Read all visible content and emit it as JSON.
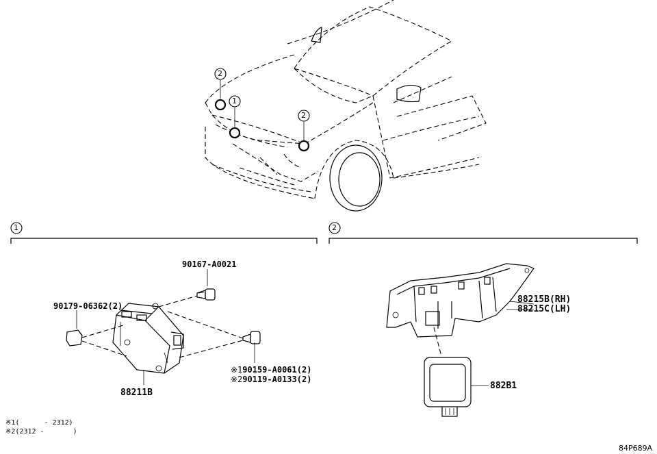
{
  "callouts": {
    "one": "1",
    "two": "2"
  },
  "parts": {
    "bolt_top": "90167-A0021",
    "nut": "90179-06362(2)",
    "bolt_alt1": "90159-A0061(2)",
    "bolt_alt2": "90119-A0133(2)",
    "alt1_mark": "※1",
    "alt2_mark": "※2",
    "sensor": "88211B",
    "bracket_rh": "88215B(RH)",
    "bracket_lh": "88215C(LH)",
    "radar": "882B1"
  },
  "notes": {
    "note1": "※1(      - 2312)",
    "note2": "※2(2312 -       )"
  },
  "illustration_code": "84P689A",
  "colors": {
    "line": "#000000",
    "background": "#ffffff"
  }
}
